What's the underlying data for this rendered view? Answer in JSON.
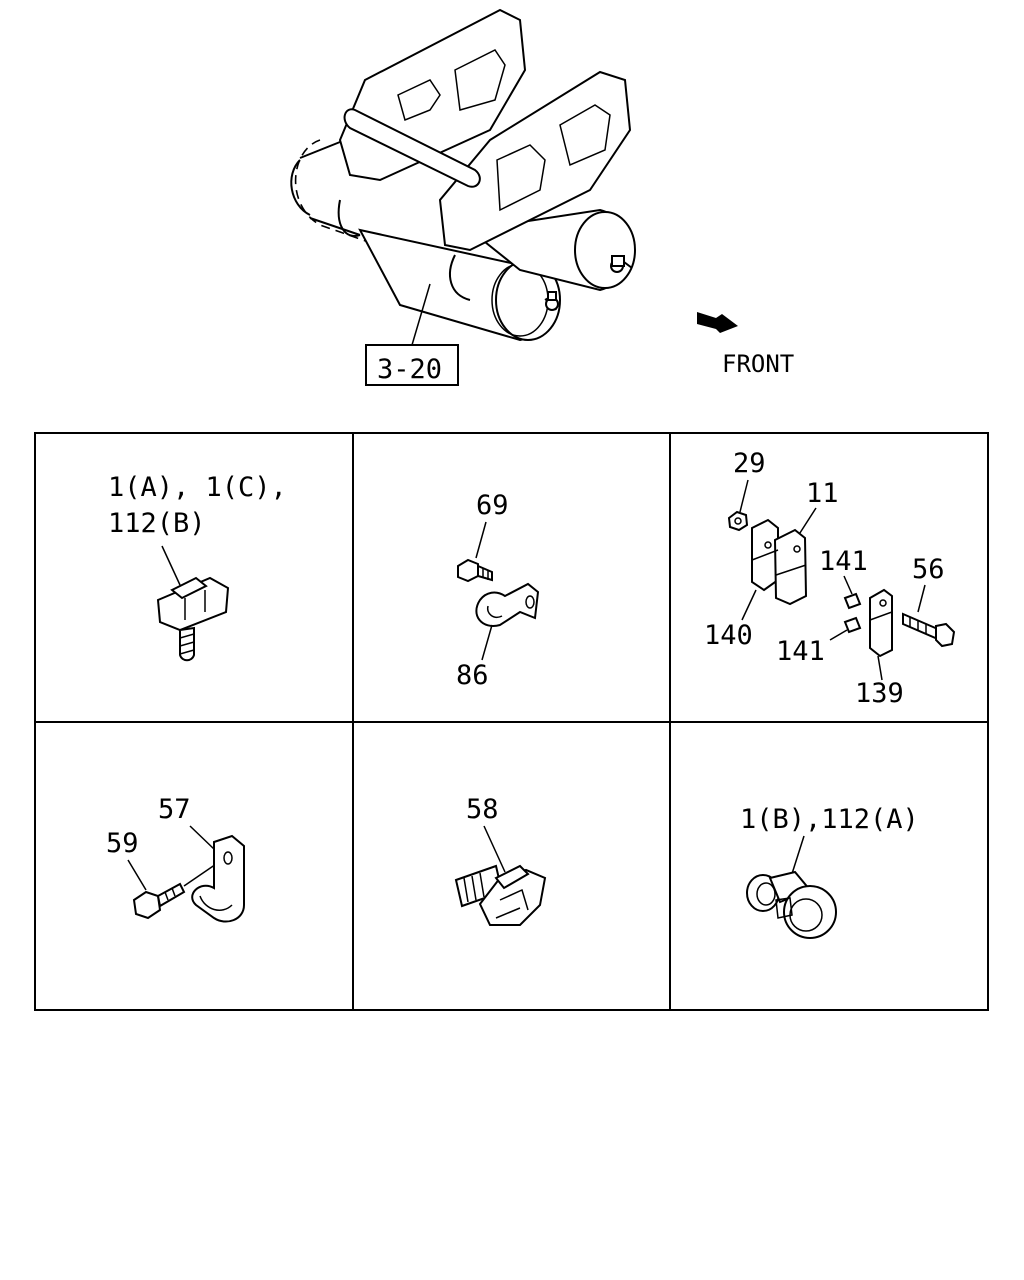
{
  "header": {
    "ref_box": "3-20",
    "direction_label": "FRONT"
  },
  "cells": [
    {
      "id": "cell-1",
      "labels": [
        "1(A), 1(C),",
        "112(B)"
      ]
    },
    {
      "id": "cell-2",
      "labels": [
        "69",
        "86"
      ]
    },
    {
      "id": "cell-3",
      "labels": [
        "29",
        "11",
        "141",
        "56",
        "140",
        "141",
        "139"
      ]
    },
    {
      "id": "cell-4",
      "labels": [
        "57",
        "59"
      ]
    },
    {
      "id": "cell-5",
      "labels": [
        "58"
      ]
    },
    {
      "id": "cell-6",
      "labels": [
        "1(B),112(A)"
      ]
    }
  ],
  "icons": [
    "tank-assembly-icon",
    "front-arrow-icon",
    "connector-clip-icon",
    "p-clamp-icon",
    "bolt-icon",
    "nut-icon",
    "bracket-icon",
    "clip-icon",
    "hose-clamp-icon"
  ]
}
